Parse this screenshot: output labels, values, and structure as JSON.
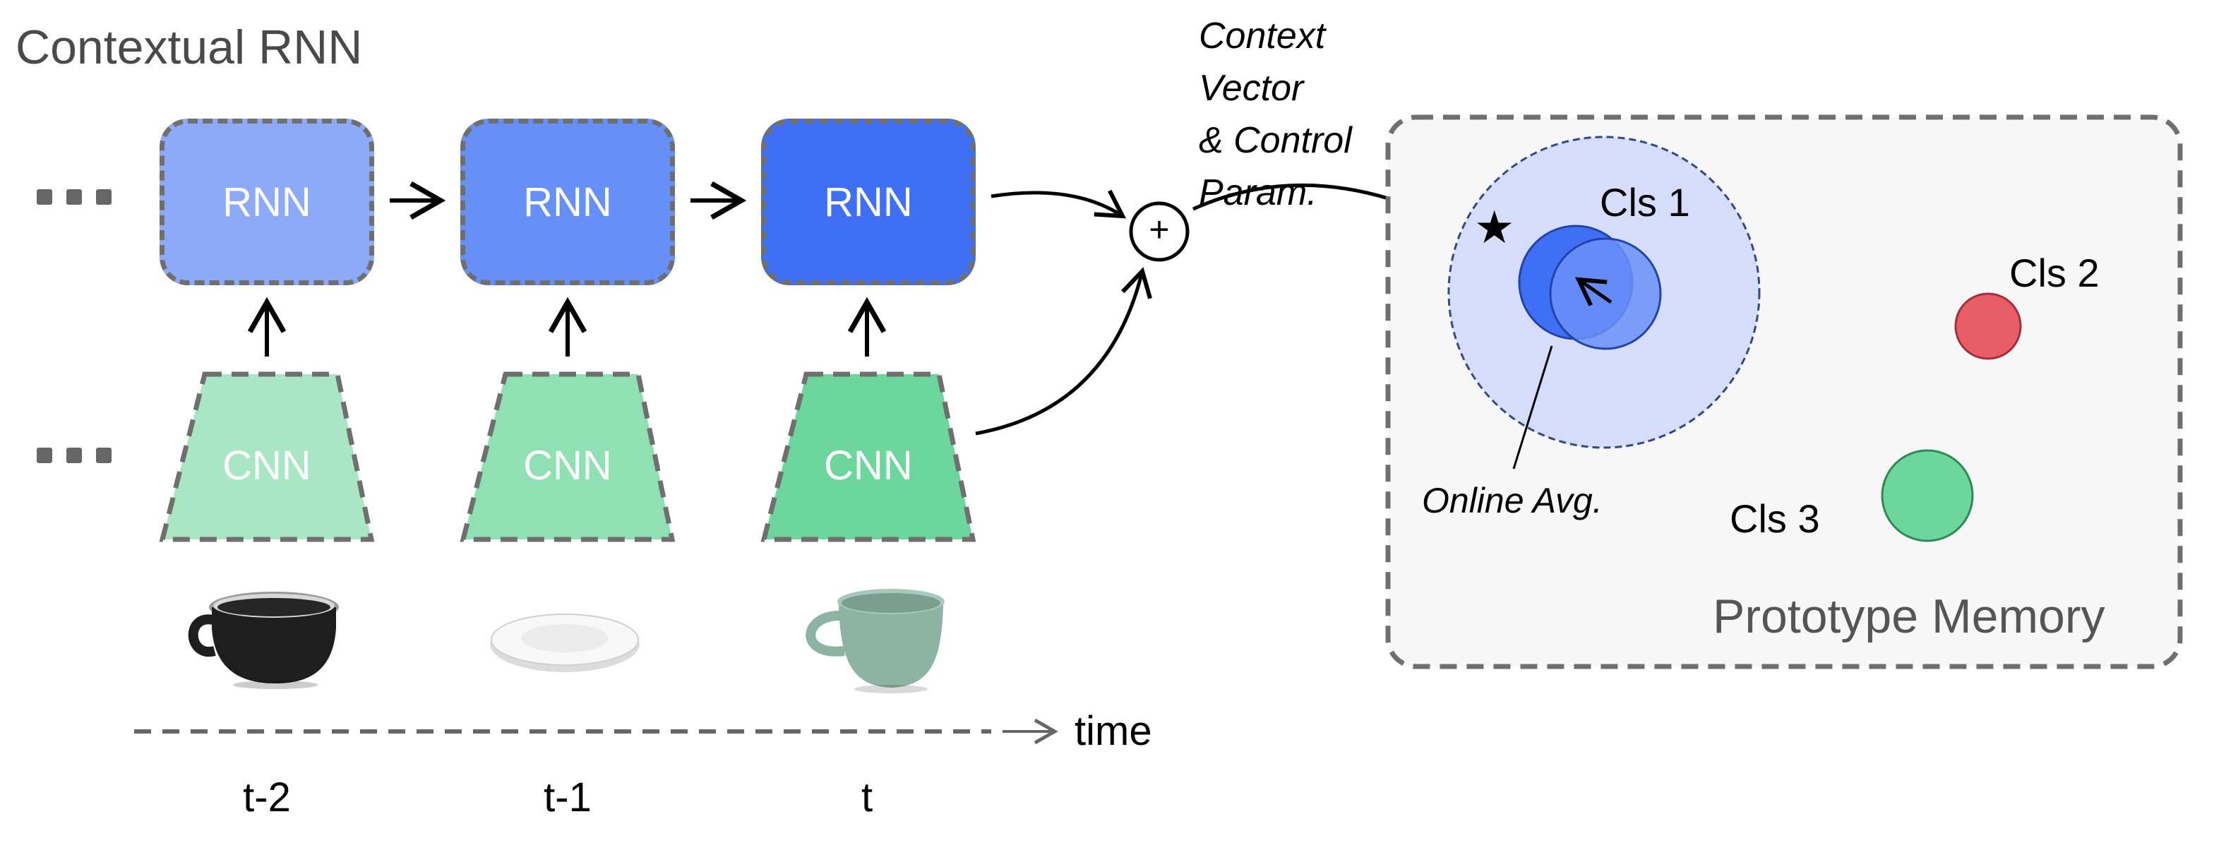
{
  "title": "Contextual RNN",
  "ellipsis": "• • •",
  "rnn_cells": [
    {
      "label": "RNN",
      "color": "#8caaf8"
    },
    {
      "label": "RNN",
      "color": "#6690f7"
    },
    {
      "label": "RNN",
      "color": "#3e6ff5"
    }
  ],
  "cnn_cells": [
    {
      "label": "CNN",
      "color": "#a8e6c4"
    },
    {
      "label": "CNN",
      "color": "#8fe0b3"
    },
    {
      "label": "CNN",
      "color": "#6dd69d"
    }
  ],
  "time_steps": [
    "t-2",
    "t-1",
    "t"
  ],
  "time_label": "time",
  "plus_symbol": "+",
  "context_vector_label": [
    "Context Vector",
    "& Control",
    "Param."
  ],
  "memory": {
    "title": "Prototype Memory",
    "classes": [
      {
        "label": "Cls 1",
        "color": "#3e6ff5"
      },
      {
        "label": "Cls 2",
        "color": "#e85d68"
      },
      {
        "label": "Cls 3",
        "color": "#6dd69d"
      }
    ],
    "online_avg_label": "Online Avg.",
    "star_symbol": "★"
  },
  "objects": [
    "black-cup-icon",
    "white-plate-icon",
    "green-cup-icon"
  ]
}
